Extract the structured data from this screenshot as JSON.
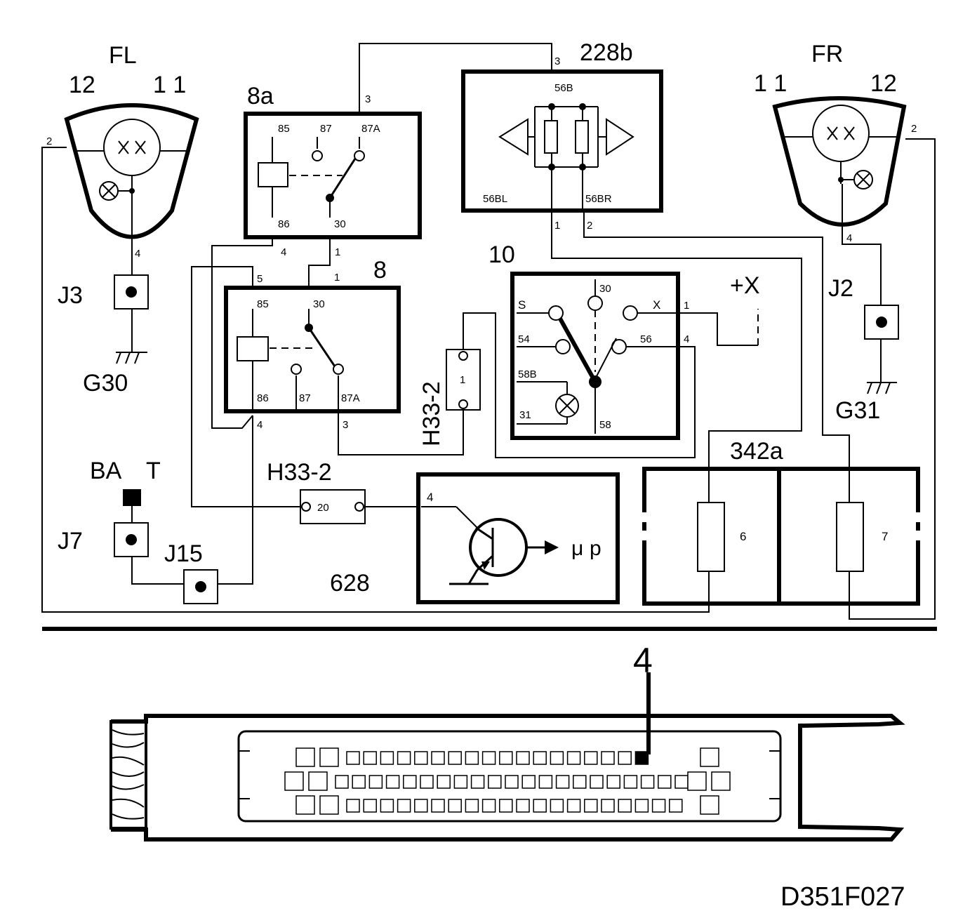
{
  "figure_id": "D351F027",
  "lamps": {
    "left": {
      "label": "FL",
      "term_a": "12",
      "term_b": "1 1",
      "pin_2": "2",
      "pin_4": "4"
    },
    "right": {
      "label": "FR",
      "term_a": "1 1",
      "term_b": "12",
      "pin_2": "2",
      "pin_4": "4"
    }
  },
  "connectors": {
    "j3": "J3",
    "j2": "J2",
    "j7": "J7",
    "j15": "J15",
    "g30": "G30",
    "g31": "G31",
    "bat_a": "BA",
    "bat_b": "T"
  },
  "relay_8a": {
    "label": "8a",
    "p85": "85",
    "p87": "87",
    "p87a": "87A",
    "p86": "86",
    "p30": "30"
  },
  "relay_8": {
    "label": "8",
    "p85": "85",
    "p30": "30",
    "p86": "86",
    "p87": "87",
    "p87a": "87A"
  },
  "flasher_228b": {
    "label": "228b",
    "p56b": "56B",
    "p56bl": "56BL",
    "p56br": "56BR",
    "w3": "3",
    "w1": "1",
    "w2": "2"
  },
  "switch_10": {
    "label": "10",
    "ps": "S",
    "p30": "30",
    "px": "X",
    "p54": "54",
    "p56": "56",
    "p58b": "58B",
    "p31": "31",
    "p58": "58"
  },
  "plusx": "+X",
  "h33_vertical": {
    "label": "H33-2",
    "pin": "1"
  },
  "h33_horizontal": {
    "label": "H33-2",
    "pin": "20"
  },
  "module_628": {
    "label": "628",
    "pin": "4",
    "mu": "μ",
    "p": "p"
  },
  "fuse_342a": {
    "label": "342a",
    "fuse6": "6",
    "fuse7": "7"
  },
  "wires": {
    "w3": "3",
    "w4a": "4",
    "w1a": "1",
    "w5": "5",
    "w1b": "1",
    "w4b": "4",
    "w3b": "3",
    "w1x": "1",
    "w4x": "4"
  },
  "ecu_pin": "4"
}
